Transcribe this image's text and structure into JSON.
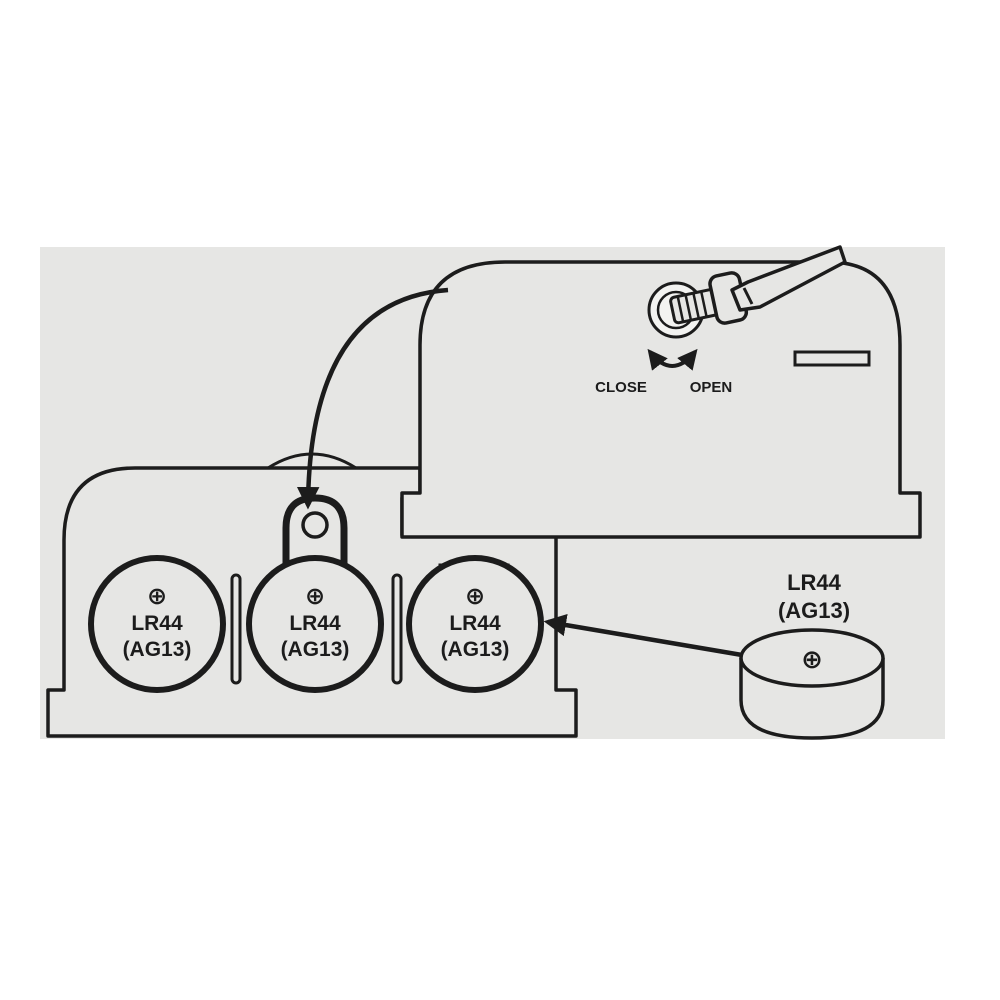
{
  "colors": {
    "panel": "#e6e6e4",
    "line": "#1c1c1c",
    "page": "#ffffff"
  },
  "cover": {
    "close_label": "CLOSE",
    "open_label": "OPEN"
  },
  "battery_slots": [
    {
      "plus": "⊕",
      "type": "LR44",
      "alt": "(AG13)"
    },
    {
      "plus": "⊕",
      "type": "LR44",
      "alt": "(AG13)"
    },
    {
      "plus": "⊕",
      "type": "LR44",
      "alt": "(AG13)"
    }
  ],
  "loose_battery": {
    "type": "LR44",
    "alt": "(AG13)",
    "plus": "⊕"
  }
}
